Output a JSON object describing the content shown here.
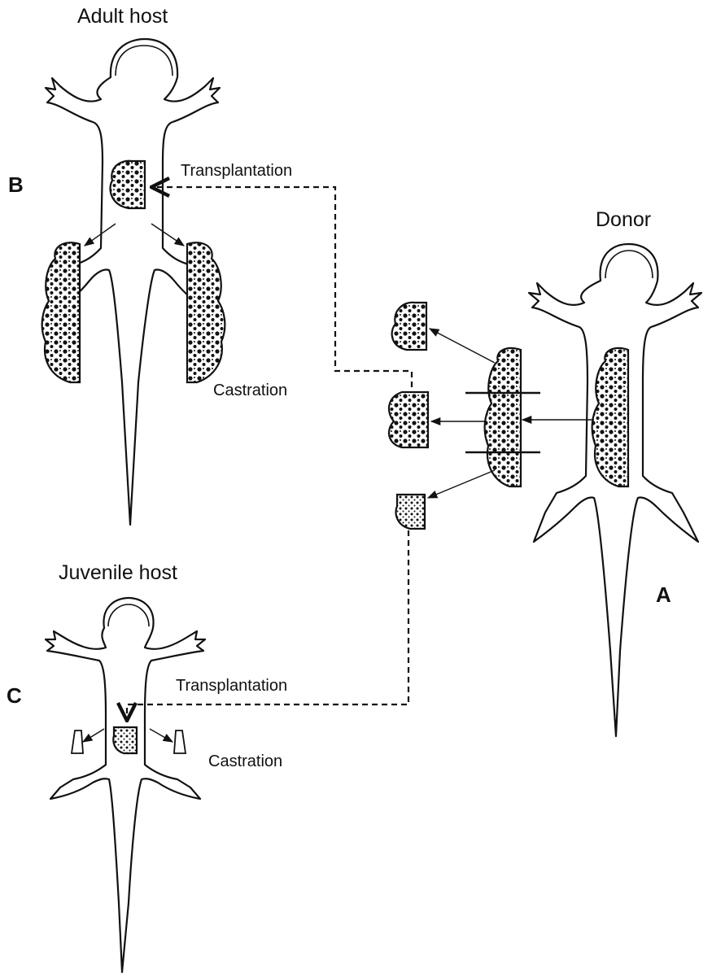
{
  "labels": {
    "adult_host": "Adult host",
    "donor": "Donor",
    "juvenile_host": "Juvenile host",
    "panel_a": "A",
    "panel_b": "B",
    "panel_c": "C",
    "transplantation_adult": "Transplantation",
    "transplantation_juvenile": "Transplantation",
    "castration_adult": "Castration",
    "castration_juvenile": "Castration"
  },
  "colors": {
    "ink": "#111111",
    "paper": "#ffffff"
  },
  "icons": {
    "organism": "salamander-outline",
    "tissue": "dotted-testis-lobe",
    "connector": "dashed-arrow"
  }
}
